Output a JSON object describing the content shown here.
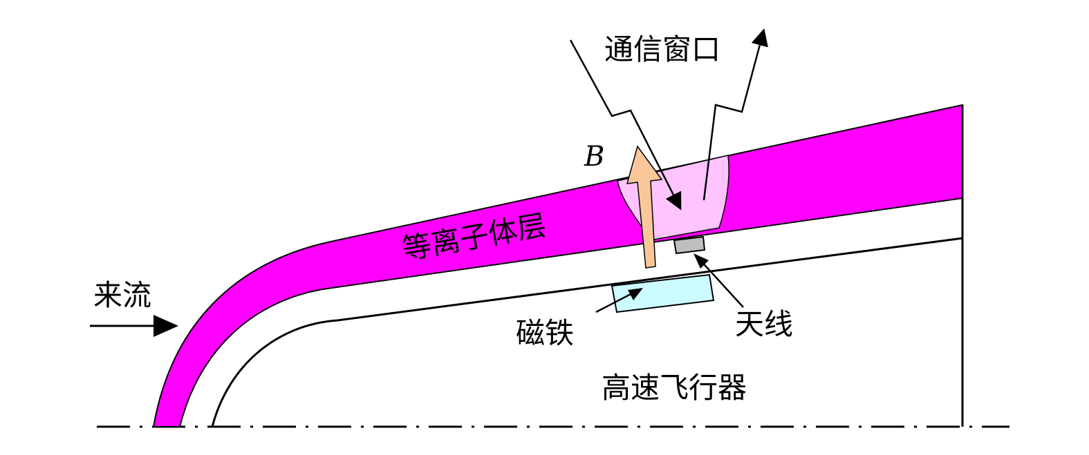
{
  "labels": {
    "comm_window": "通信窗口",
    "magnetic_field": "B",
    "plasma_layer": "等离子体层",
    "incoming_flow": "来流",
    "magnet": "磁铁",
    "antenna": "天线",
    "vehicle": "高速飞行器"
  },
  "colors": {
    "plasma": "#ff00ff",
    "window": "#ffc4ff",
    "b_arrow": "#f9c79a",
    "magnet": "#ccfcff",
    "antenna": "#bfbfbf",
    "line": "#000000"
  },
  "icons": {
    "signal_in": "zigzag-arrow-icon",
    "signal_out": "zigzag-arrow-icon",
    "flow": "right-arrow-icon"
  }
}
